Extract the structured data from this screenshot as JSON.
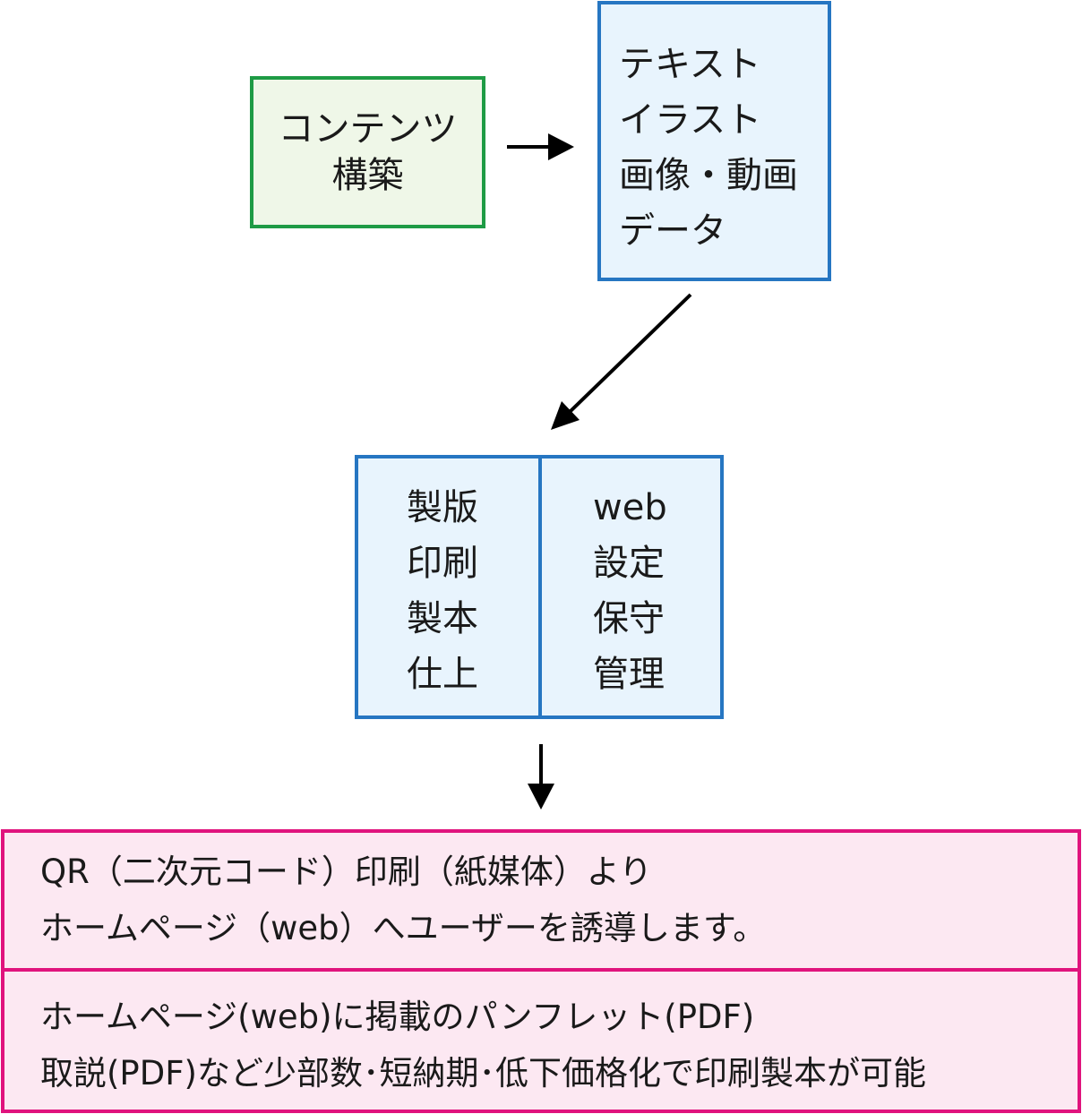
{
  "content_box": {
    "line1": "コンテンツ",
    "line2": "構築"
  },
  "materials_box": {
    "items": [
      "テキスト",
      "イラスト",
      "画像・動画",
      "データ"
    ]
  },
  "production_box": {
    "left_items": [
      "製版",
      "印刷",
      "製本",
      "仕上"
    ],
    "right_items": [
      "web",
      "設定",
      "保守",
      "管理"
    ]
  },
  "outcome_box": {
    "top_lines": [
      "QR（二次元コード）印刷（紙媒体）より",
      "ホームページ（web）へユーザーを誘導します。"
    ],
    "bottom_lines": [
      "ホームページ(web)に掲載のパンフレット(PDF)",
      "取説(PDF)など少部数･短納期･低下価格化で印刷製本が可能"
    ]
  },
  "colors": {
    "green_border": "#1e9b45",
    "green_fill": "#eff7e8",
    "blue_border": "#2676c2",
    "blue_fill": "#e8f4fd",
    "pink_border": "#e0137d",
    "pink_fill": "#fce8f2"
  }
}
